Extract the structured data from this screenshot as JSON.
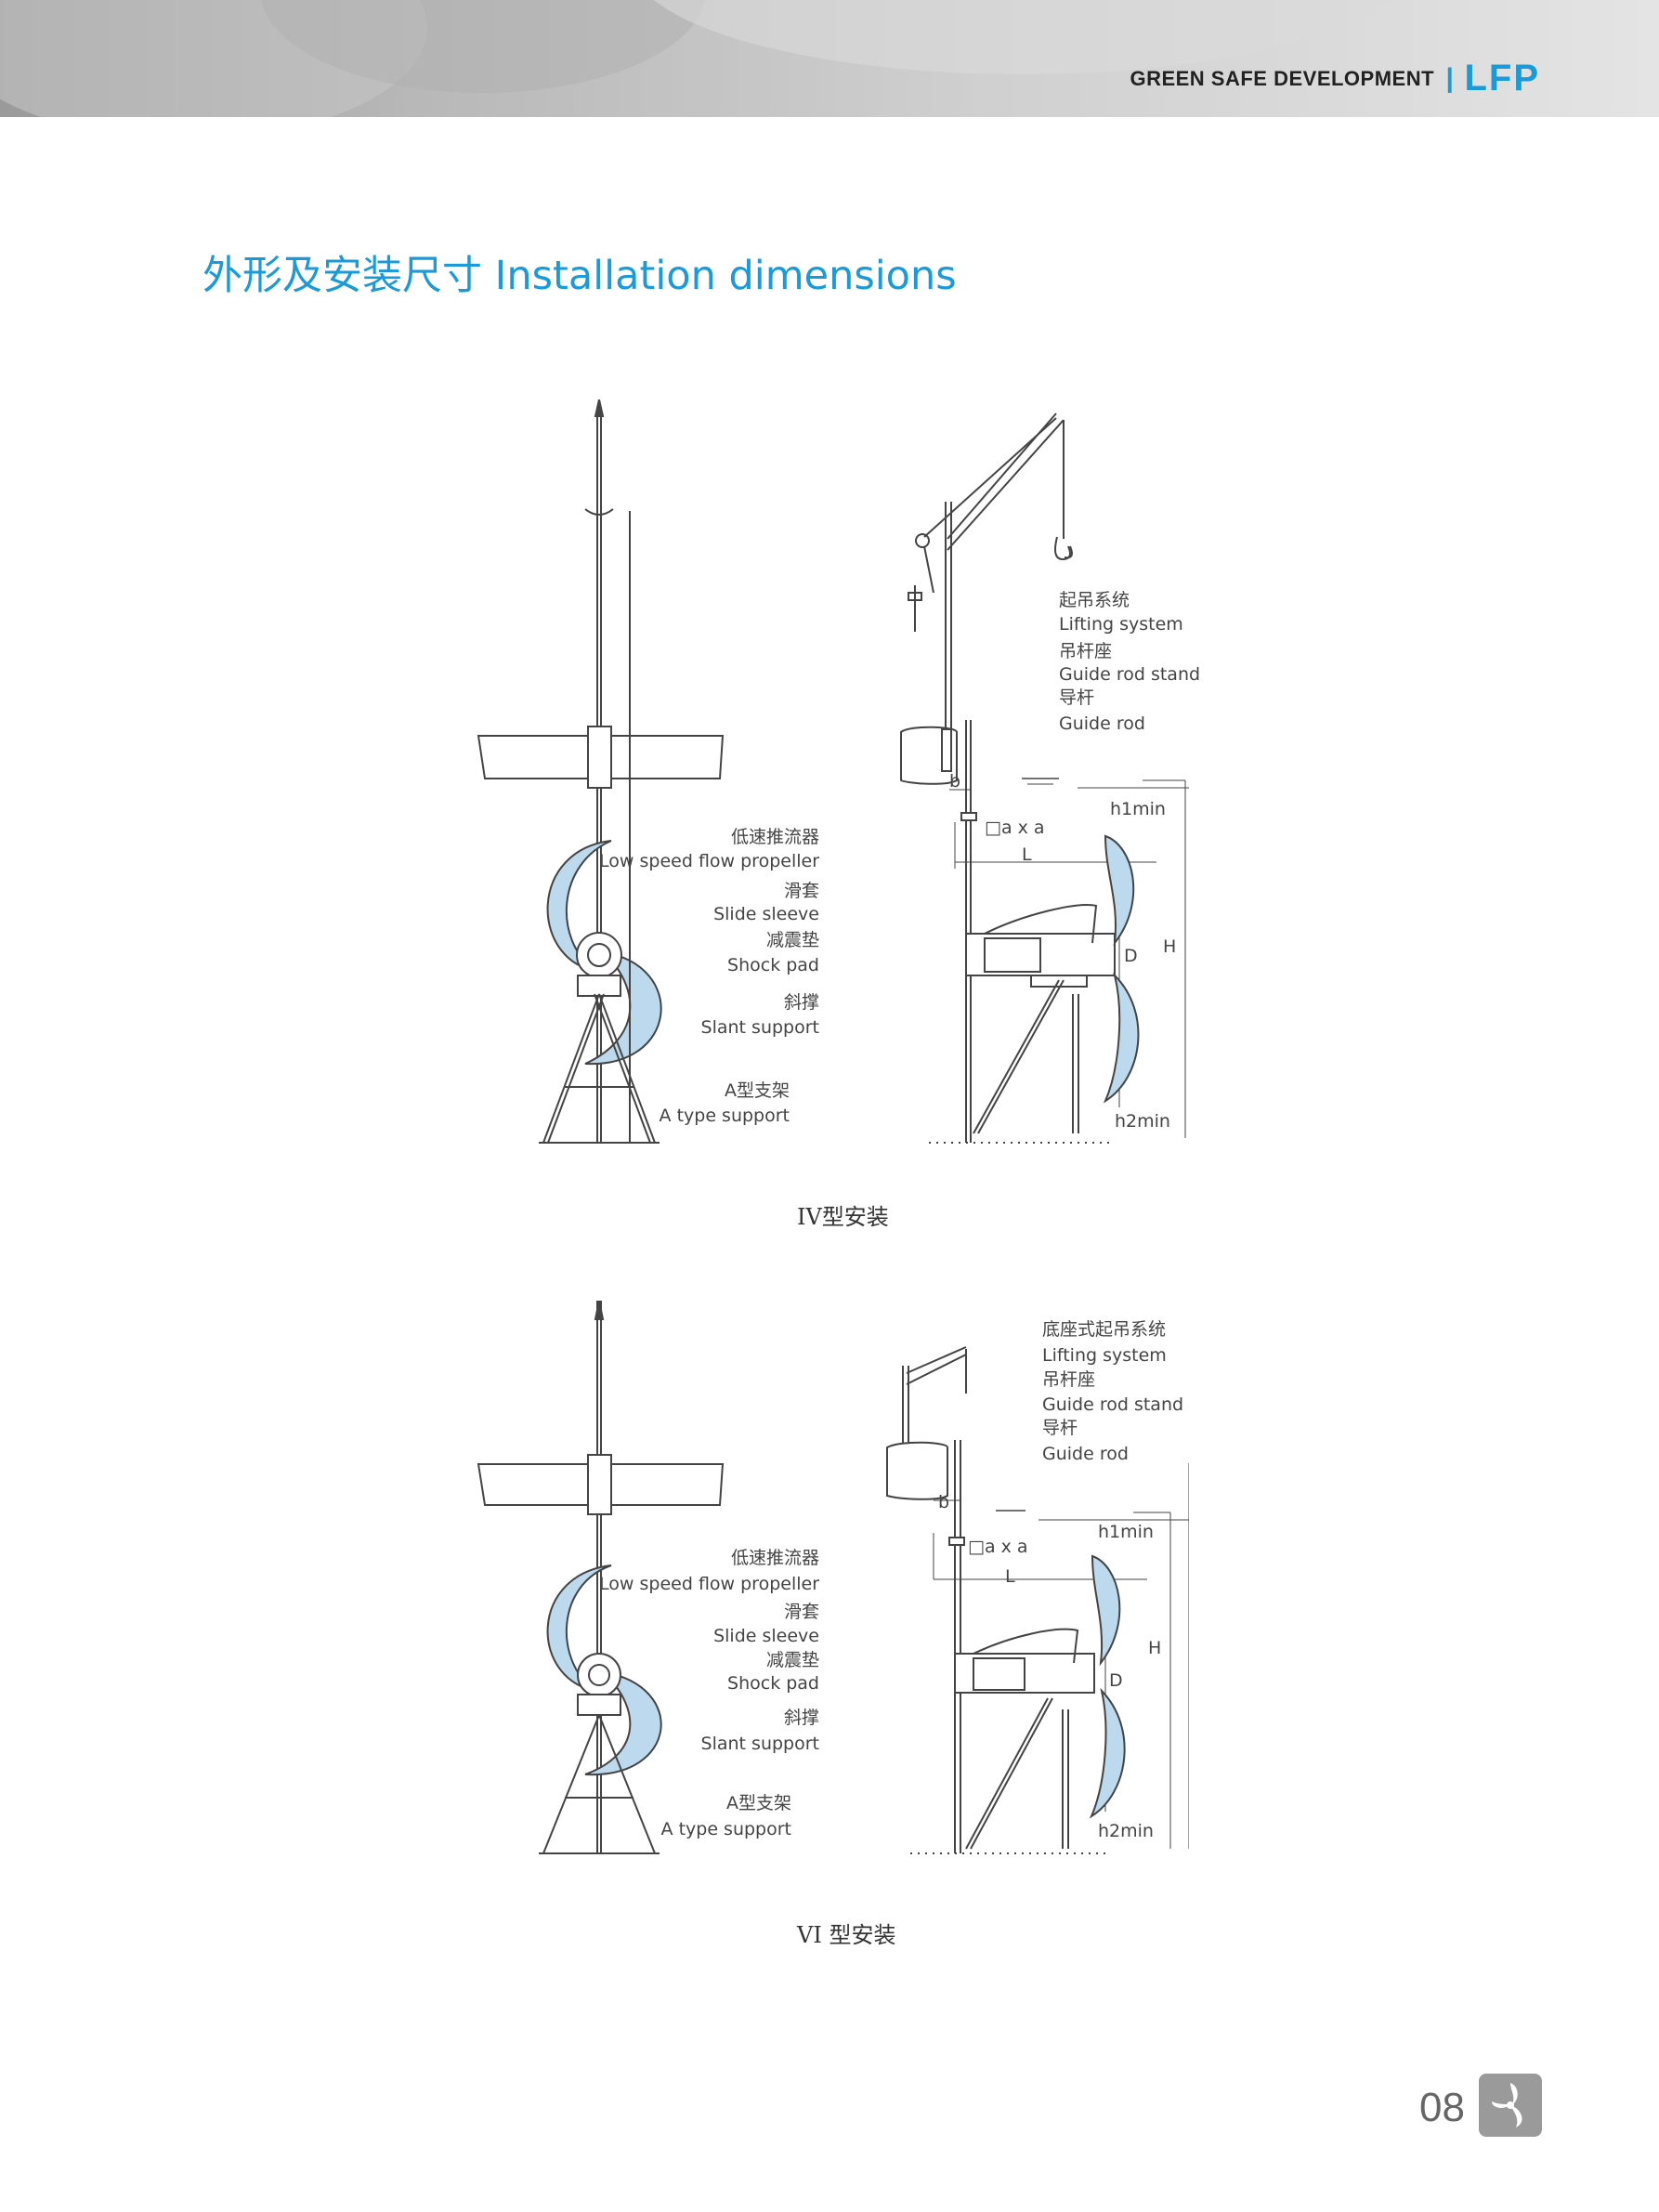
{
  "header": {
    "tagline": "GREEN SAFE DEVELOPMENT",
    "separator": "|",
    "logo": "LFP",
    "accent_color": "#1a9ad9"
  },
  "title": "外形及安装尺寸 Installation dimensions",
  "figures": [
    {
      "caption": "IV型安装",
      "labels": {
        "lifting_cn": "起吊系统",
        "lifting_en": "Lifting system",
        "stand_cn": "吊杆座",
        "stand_en": "Guide rod stand",
        "rod_cn": "导杆",
        "rod_en": "Guide rod",
        "propeller_cn": "低速推流器",
        "propeller_en": "Low speed flow propeller",
        "sleeve_cn": "滑套",
        "sleeve_en": "Slide sleeve",
        "shock_cn": "减震垫",
        "shock_en": "Shock pad",
        "slant_cn": "斜撑",
        "slant_en": "Slant support",
        "atype_cn": "A型支架",
        "atype_en": "A type support",
        "dim_b": "b",
        "dim_axa": "□a x a",
        "dim_L": "L",
        "dim_h1": "h1min",
        "dim_h2": "h2min",
        "dim_D": "D",
        "dim_H": "H"
      }
    },
    {
      "caption": "VI 型安装",
      "labels": {
        "lifting_cn": "底座式起吊系统",
        "lifting_en": "Lifting system",
        "stand_cn": "吊杆座",
        "stand_en": "Guide rod stand",
        "rod_cn": "导杆",
        "rod_en": "Guide rod",
        "propeller_cn": "低速推流器",
        "propeller_en": "Low speed flow propeller",
        "sleeve_cn": "滑套",
        "sleeve_en": "Slide sleeve",
        "shock_cn": "减震垫",
        "shock_en": "Shock pad",
        "slant_cn": "斜撑",
        "slant_en": "Slant support",
        "atype_cn": "A型支架",
        "atype_en": "A type support",
        "dim_b": "b",
        "dim_axa": "□a x a",
        "dim_L": "L",
        "dim_h1": "h1min",
        "dim_h2": "h2min",
        "dim_D": "D",
        "dim_H": "H"
      }
    }
  ],
  "page_number": "08",
  "icons": [
    "propeller-logo-icon"
  ],
  "colors": {
    "blade_fill": "#bcd9ee",
    "line": "#444444"
  }
}
